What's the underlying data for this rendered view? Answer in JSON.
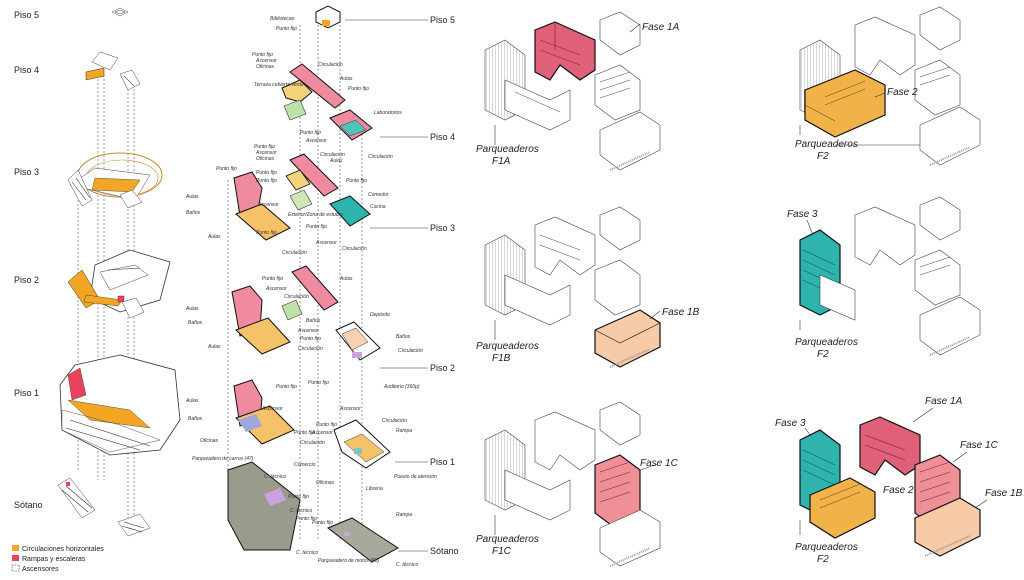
{
  "column1": {
    "floors": [
      "Piso 5",
      "Piso 4",
      "Piso 3",
      "Piso 2",
      "Piso 1",
      "Sótano"
    ],
    "legend": [
      {
        "label": "Circulaciones horizontales",
        "color": "#f2a623"
      },
      {
        "label": "Rampas y escaleras",
        "color": "#e8435a"
      },
      {
        "label": "Ascensores",
        "color": "#ffffff"
      }
    ]
  },
  "column2": {
    "floors": [
      "Piso 5",
      "Piso 4",
      "Piso 3",
      "Piso 2",
      "Piso 1",
      "Sótano"
    ],
    "labels": {
      "bibliotecas": "Bibliotecas",
      "punto_fijo": "Punto fijo",
      "ascensor": "Ascensor",
      "oficinas": "Oficinas",
      "circulacion": "Circulación",
      "aulas": "Aulas",
      "terraza": "Terraza cubierta verde",
      "laboratorios": "Laboratorios",
      "banos": "Baños",
      "comedor": "Comedor",
      "cocina": "Cocina",
      "exterior": "Exterior/Zona de estudio",
      "deposito": "Depósito",
      "auditorio": "Auditorio (360p)",
      "rampa": "Rampa",
      "comercio": "Comercio",
      "libreria": "Librería",
      "puesto": "Puesto de atención",
      "parq_carros": "Parqueadero de carros (47)",
      "parq_motos": "Parqueadero de motos (85)",
      "c_tecnico": "C. técnico"
    }
  },
  "phases": {
    "fase1a": "Fase 1A",
    "fase1b": "Fase 1B",
    "fase1c": "Fase 1C",
    "fase2": "Fase 2",
    "fase3": "Fase 3",
    "parq_f1a": [
      "Parqueaderos",
      "F1A"
    ],
    "parq_f1b": [
      "Parqueaderos",
      "F1B"
    ],
    "parq_f1c": [
      "Parqueaderos",
      "F1C"
    ],
    "parq_f2": [
      "Parqueaderos",
      "F2"
    ],
    "colors": {
      "fase1a": "#e0607a",
      "fase1b": "#f7caa8",
      "fase1c": "#ef8f96",
      "fase2": "#f2b24a",
      "fase3": "#2fb3ad"
    }
  }
}
